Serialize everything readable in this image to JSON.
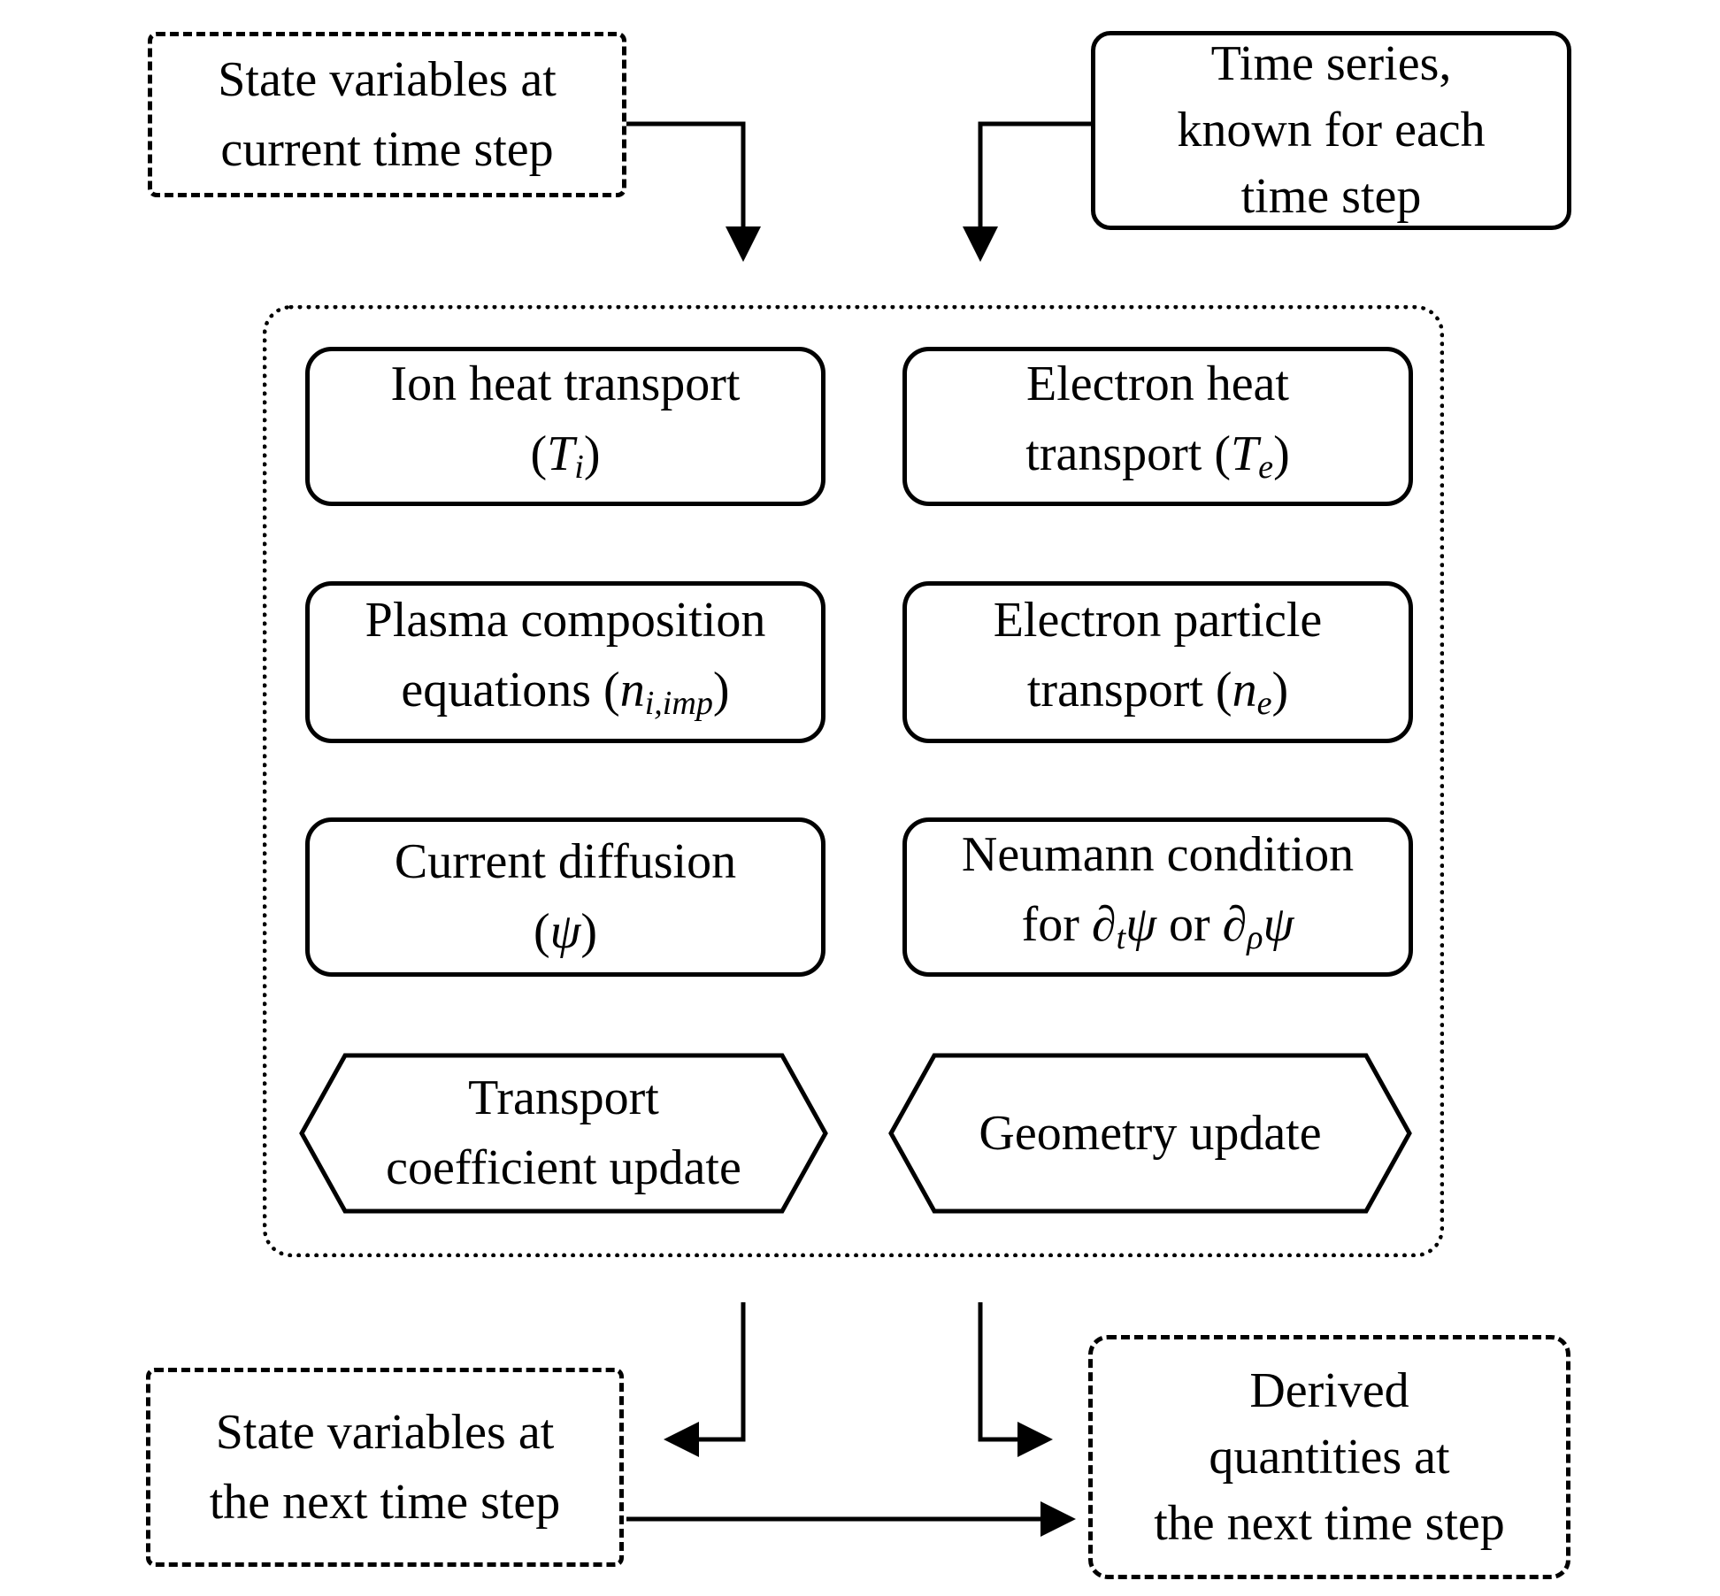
{
  "colors": {
    "ink": "#000000",
    "background": "#ffffff"
  },
  "inputs": {
    "state_current": {
      "line1": "State variables at",
      "line2": "current time step"
    },
    "time_series": {
      "line1": "Time series,",
      "line2": "known for each",
      "line3": "time step"
    }
  },
  "solver": {
    "ion_heat": {
      "line1": "Ion heat transport",
      "open": "(",
      "sym": "T",
      "sub": "i",
      "close": ")"
    },
    "electron_heat": {
      "line1": "Electron heat",
      "pre": "transport (",
      "sym": "T",
      "sub": "e",
      "close": ")"
    },
    "plasma_composition": {
      "line1": "Plasma composition",
      "pre": "equations (",
      "sym": "n",
      "sub": "i,imp",
      "close": ")"
    },
    "electron_particle": {
      "line1": "Electron particle",
      "pre": "transport (",
      "sym": "n",
      "sub": "e",
      "close": ")"
    },
    "current_diffusion": {
      "line1": "Current diffusion",
      "open": "(",
      "sym": "ψ",
      "close": ")"
    },
    "neumann": {
      "line1": "Neumann condition",
      "pre": "for ",
      "d1": "∂",
      "s1": "t",
      "p1": "ψ",
      "mid": " or ",
      "d2": "∂",
      "s2": "ρ",
      "p2": "ψ"
    },
    "transport_update": {
      "line1": "Transport",
      "line2": "coefficient update"
    },
    "geometry_update": {
      "line1": "Geometry update"
    }
  },
  "outputs": {
    "state_next": {
      "line1": "State variables at",
      "line2": "the next time step"
    },
    "derived": {
      "line1": "Derived",
      "line2": "quantities at",
      "line3": "the next time step"
    }
  }
}
